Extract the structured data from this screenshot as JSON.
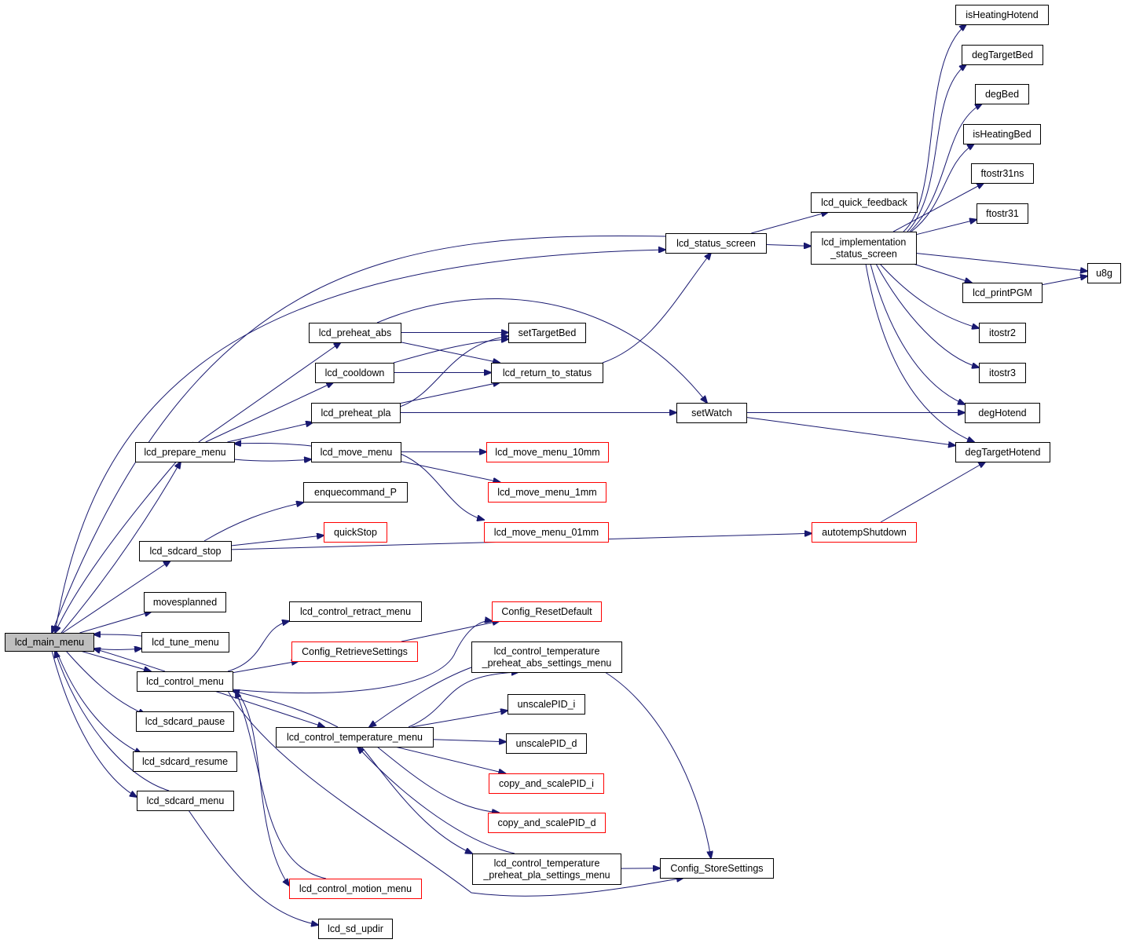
{
  "colors": {
    "edge": "#191970",
    "node_border": "#000000",
    "node_border_incomplete": "#ff0000",
    "root_fill": "#bfbfbf",
    "node_fill": "#ffffff"
  },
  "nodes": {
    "lcd_main_menu": {
      "label": [
        "lcd_main_menu"
      ],
      "root": true
    },
    "lcd_status_screen": {
      "label": [
        "lcd_status_screen"
      ]
    },
    "lcd_prepare_menu": {
      "label": [
        "lcd_prepare_menu"
      ]
    },
    "lcd_sdcard_stop": {
      "label": [
        "lcd_sdcard_stop"
      ]
    },
    "movesplanned": {
      "label": [
        "movesplanned"
      ]
    },
    "lcd_tune_menu": {
      "label": [
        "lcd_tune_menu"
      ]
    },
    "lcd_control_menu": {
      "label": [
        "lcd_control_menu"
      ]
    },
    "lcd_sdcard_pause": {
      "label": [
        "lcd_sdcard_pause"
      ]
    },
    "lcd_sdcard_resume": {
      "label": [
        "lcd_sdcard_resume"
      ]
    },
    "lcd_sdcard_menu": {
      "label": [
        "lcd_sdcard_menu"
      ]
    },
    "lcd_preheat_abs": {
      "label": [
        "lcd_preheat_abs"
      ]
    },
    "lcd_cooldown": {
      "label": [
        "lcd_cooldown"
      ]
    },
    "lcd_preheat_pla": {
      "label": [
        "lcd_preheat_pla"
      ]
    },
    "lcd_move_menu": {
      "label": [
        "lcd_move_menu"
      ]
    },
    "enquecommand_P": {
      "label": [
        "enquecommand_P"
      ]
    },
    "quickStop": {
      "label": [
        "quickStop"
      ],
      "incomplete": true
    },
    "lcd_control_retract_menu": {
      "label": [
        "lcd_control_retract_menu"
      ]
    },
    "Config_RetrieveSettings": {
      "label": [
        "Config_RetrieveSettings"
      ],
      "incomplete": true
    },
    "lcd_control_temperature_menu": {
      "label": [
        "lcd_control_temperature_menu"
      ]
    },
    "lcd_control_motion_menu": {
      "label": [
        "lcd_control_motion_menu"
      ],
      "incomplete": true
    },
    "lcd_sd_updir": {
      "label": [
        "lcd_sd_updir"
      ]
    },
    "setTargetBed": {
      "label": [
        "setTargetBed"
      ]
    },
    "lcd_return_to_status": {
      "label": [
        "lcd_return_to_status"
      ]
    },
    "lcd_move_menu_10mm": {
      "label": [
        "lcd_move_menu_10mm"
      ],
      "incomplete": true
    },
    "lcd_move_menu_1mm": {
      "label": [
        "lcd_move_menu_1mm"
      ],
      "incomplete": true
    },
    "lcd_move_menu_01mm": {
      "label": [
        "lcd_move_menu_01mm"
      ],
      "incomplete": true
    },
    "Config_ResetDefault": {
      "label": [
        "Config_ResetDefault"
      ],
      "incomplete": true
    },
    "lcd_control_temperature_preheat_abs_settings_menu": {
      "label": [
        "lcd_control_temperature",
        "_preheat_abs_settings_menu"
      ]
    },
    "unscalePID_i": {
      "label": [
        "unscalePID_i"
      ]
    },
    "unscalePID_d": {
      "label": [
        "unscalePID_d"
      ]
    },
    "copy_and_scalePID_i": {
      "label": [
        "copy_and_scalePID_i"
      ],
      "incomplete": true
    },
    "copy_and_scalePID_d": {
      "label": [
        "copy_and_scalePID_d"
      ],
      "incomplete": true
    },
    "lcd_control_temperature_preheat_pla_settings_menu": {
      "label": [
        "lcd_control_temperature",
        "_preheat_pla_settings_menu"
      ]
    },
    "setWatch": {
      "label": [
        "setWatch"
      ]
    },
    "lcd_quick_feedback": {
      "label": [
        "lcd_quick_feedback"
      ]
    },
    "lcd_implementation_status_screen": {
      "label": [
        "lcd_implementation",
        "_status_screen"
      ]
    },
    "autotempShutdown": {
      "label": [
        "autotempShutdown"
      ],
      "incomplete": true
    },
    "Config_StoreSettings": {
      "label": [
        "Config_StoreSettings"
      ]
    },
    "isHeatingHotend": {
      "label": [
        "isHeatingHotend"
      ]
    },
    "degTargetBed": {
      "label": [
        "degTargetBed"
      ]
    },
    "degBed": {
      "label": [
        "degBed"
      ]
    },
    "isHeatingBed": {
      "label": [
        "isHeatingBed"
      ]
    },
    "ftostr31ns": {
      "label": [
        "ftostr31ns"
      ]
    },
    "ftostr31": {
      "label": [
        "ftostr31"
      ]
    },
    "lcd_printPGM": {
      "label": [
        "lcd_printPGM"
      ]
    },
    "itostr2": {
      "label": [
        "itostr2"
      ]
    },
    "itostr3": {
      "label": [
        "itostr3"
      ]
    },
    "degHotend": {
      "label": [
        "degHotend"
      ]
    },
    "degTargetHotend": {
      "label": [
        "degTargetHotend"
      ]
    },
    "u8g": {
      "label": [
        "u8g"
      ]
    }
  },
  "edges": [
    {
      "from": "lcd_main_menu",
      "to": "lcd_status_screen"
    },
    {
      "from": "lcd_main_menu",
      "to": "lcd_prepare_menu"
    },
    {
      "from": "lcd_main_menu",
      "to": "lcd_sdcard_stop"
    },
    {
      "from": "lcd_main_menu",
      "to": "movesplanned"
    },
    {
      "from": "lcd_main_menu",
      "to": "lcd_tune_menu"
    },
    {
      "from": "lcd_main_menu",
      "to": "lcd_control_menu"
    },
    {
      "from": "lcd_main_menu",
      "to": "lcd_sdcard_pause"
    },
    {
      "from": "lcd_main_menu",
      "to": "lcd_sdcard_resume"
    },
    {
      "from": "lcd_main_menu",
      "to": "lcd_sdcard_menu"
    },
    {
      "from": "lcd_status_screen",
      "to": "lcd_main_menu"
    },
    {
      "from": "lcd_status_screen",
      "to": "lcd_quick_feedback"
    },
    {
      "from": "lcd_status_screen",
      "to": "lcd_implementation_status_screen"
    },
    {
      "from": "lcd_prepare_menu",
      "to": "lcd_main_menu"
    },
    {
      "from": "lcd_prepare_menu",
      "to": "lcd_preheat_abs"
    },
    {
      "from": "lcd_prepare_menu",
      "to": "lcd_cooldown"
    },
    {
      "from": "lcd_prepare_menu",
      "to": "lcd_preheat_pla"
    },
    {
      "from": "lcd_prepare_menu",
      "to": "lcd_move_menu"
    },
    {
      "from": "lcd_move_menu",
      "to": "lcd_prepare_menu"
    },
    {
      "from": "lcd_move_menu",
      "to": "lcd_move_menu_10mm"
    },
    {
      "from": "lcd_move_menu",
      "to": "lcd_move_menu_1mm"
    },
    {
      "from": "lcd_move_menu",
      "to": "lcd_move_menu_01mm"
    },
    {
      "from": "lcd_preheat_abs",
      "to": "setTargetBed"
    },
    {
      "from": "lcd_preheat_abs",
      "to": "lcd_return_to_status"
    },
    {
      "from": "lcd_preheat_abs",
      "to": "setWatch"
    },
    {
      "from": "lcd_cooldown",
      "to": "setTargetBed"
    },
    {
      "from": "lcd_cooldown",
      "to": "lcd_return_to_status"
    },
    {
      "from": "lcd_preheat_pla",
      "to": "setTargetBed"
    },
    {
      "from": "lcd_preheat_pla",
      "to": "lcd_return_to_status"
    },
    {
      "from": "lcd_preheat_pla",
      "to": "setWatch"
    },
    {
      "from": "lcd_return_to_status",
      "to": "lcd_status_screen"
    },
    {
      "from": "lcd_sdcard_stop",
      "to": "enquecommand_P"
    },
    {
      "from": "lcd_sdcard_stop",
      "to": "quickStop"
    },
    {
      "from": "lcd_sdcard_stop",
      "to": "autotempShutdown"
    },
    {
      "from": "lcd_tune_menu",
      "to": "lcd_main_menu"
    },
    {
      "from": "lcd_control_menu",
      "to": "lcd_main_menu"
    },
    {
      "from": "lcd_control_menu",
      "to": "lcd_control_retract_menu"
    },
    {
      "from": "lcd_control_menu",
      "to": "Config_RetrieveSettings"
    },
    {
      "from": "lcd_control_menu",
      "to": "Config_ResetDefault"
    },
    {
      "from": "lcd_control_menu",
      "to": "lcd_control_temperature_menu"
    },
    {
      "from": "lcd_control_menu",
      "to": "lcd_control_motion_menu"
    },
    {
      "from": "lcd_control_menu",
      "to": "Config_StoreSettings"
    },
    {
      "from": "Config_RetrieveSettings",
      "to": "Config_ResetDefault"
    },
    {
      "from": "lcd_control_temperature_menu",
      "to": "lcd_control_menu"
    },
    {
      "from": "lcd_control_temperature_menu",
      "to": "lcd_control_temperature_preheat_abs_settings_menu"
    },
    {
      "from": "lcd_control_temperature_menu",
      "to": "unscalePID_i"
    },
    {
      "from": "lcd_control_temperature_menu",
      "to": "unscalePID_d"
    },
    {
      "from": "lcd_control_temperature_menu",
      "to": "copy_and_scalePID_i"
    },
    {
      "from": "lcd_control_temperature_menu",
      "to": "copy_and_scalePID_d"
    },
    {
      "from": "lcd_control_temperature_menu",
      "to": "lcd_control_temperature_preheat_pla_settings_menu"
    },
    {
      "from": "lcd_control_temperature_preheat_abs_settings_menu",
      "to": "lcd_control_temperature_menu"
    },
    {
      "from": "lcd_control_temperature_preheat_abs_settings_menu",
      "to": "Config_StoreSettings"
    },
    {
      "from": "lcd_control_temperature_preheat_pla_settings_menu",
      "to": "lcd_control_temperature_menu"
    },
    {
      "from": "lcd_control_temperature_preheat_pla_settings_menu",
      "to": "Config_StoreSettings"
    },
    {
      "from": "lcd_control_motion_menu",
      "to": "lcd_control_menu"
    },
    {
      "from": "lcd_sdcard_menu",
      "to": "lcd_main_menu"
    },
    {
      "from": "lcd_sdcard_menu",
      "to": "lcd_sd_updir"
    },
    {
      "from": "setWatch",
      "to": "degHotend"
    },
    {
      "from": "setWatch",
      "to": "degTargetHotend"
    },
    {
      "from": "autotempShutdown",
      "to": "degTargetHotend"
    },
    {
      "from": "lcd_implementation_status_screen",
      "to": "isHeatingHotend"
    },
    {
      "from": "lcd_implementation_status_screen",
      "to": "degTargetBed"
    },
    {
      "from": "lcd_implementation_status_screen",
      "to": "degBed"
    },
    {
      "from": "lcd_implementation_status_screen",
      "to": "isHeatingBed"
    },
    {
      "from": "lcd_implementation_status_screen",
      "to": "ftostr31ns"
    },
    {
      "from": "lcd_implementation_status_screen",
      "to": "ftostr31"
    },
    {
      "from": "lcd_implementation_status_screen",
      "to": "u8g"
    },
    {
      "from": "lcd_implementation_status_screen",
      "to": "lcd_printPGM"
    },
    {
      "from": "lcd_implementation_status_screen",
      "to": "itostr2"
    },
    {
      "from": "lcd_implementation_status_screen",
      "to": "itostr3"
    },
    {
      "from": "lcd_implementation_status_screen",
      "to": "degHotend"
    },
    {
      "from": "lcd_implementation_status_screen",
      "to": "degTargetHotend"
    },
    {
      "from": "lcd_printPGM",
      "to": "u8g"
    }
  ]
}
